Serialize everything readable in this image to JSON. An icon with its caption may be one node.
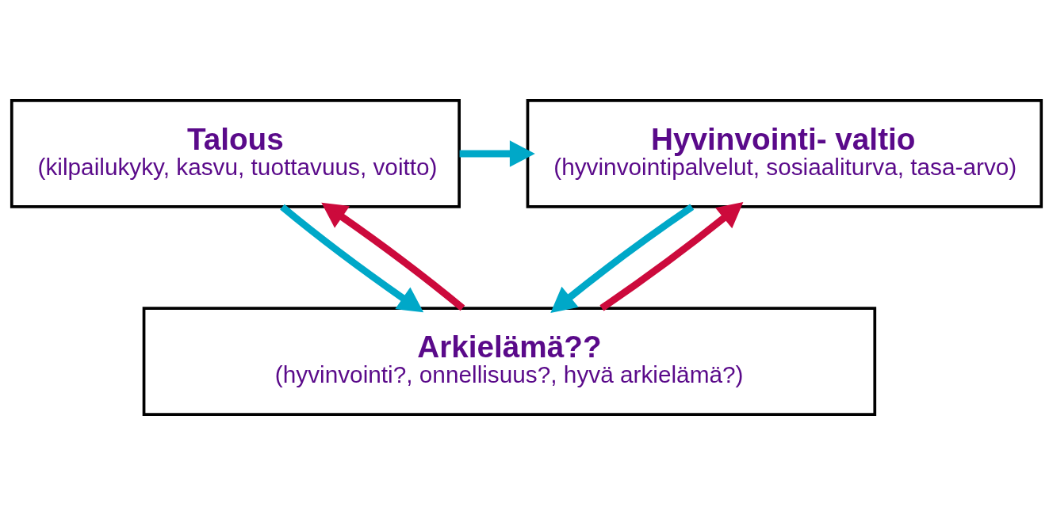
{
  "diagram": {
    "nodes": [
      {
        "text": [
          "Talous",
          "(kilpailukyky, kasvu, tuottavuus, voitto)"
        ]
      },
      {
        "text": [
          "Hyvinvointi- valtio",
          "(hyvinvointipalvelut, sosiaaliturva, tasa-arvo)"
        ]
      },
      {
        "text": [
          "Arkielämä??",
          "(hyvinvointi?, onnellisuus?, hyvä arkielämä?)"
        ]
      }
    ],
    "edges": [
      {
        "from": 0,
        "to": 1,
        "arrow": "to"
      },
      {
        "from": 0,
        "to": 2,
        "arrow": "to"
      },
      {
        "from": 2,
        "to": 0,
        "arrow": "to",
        "color": "#cc0a3c"
      },
      {
        "from": 1,
        "to": 2,
        "arrow": "to"
      },
      {
        "from": 2,
        "to": 1,
        "arrow": "to",
        "color": "#cc0a3c"
      }
    ]
  }
}
